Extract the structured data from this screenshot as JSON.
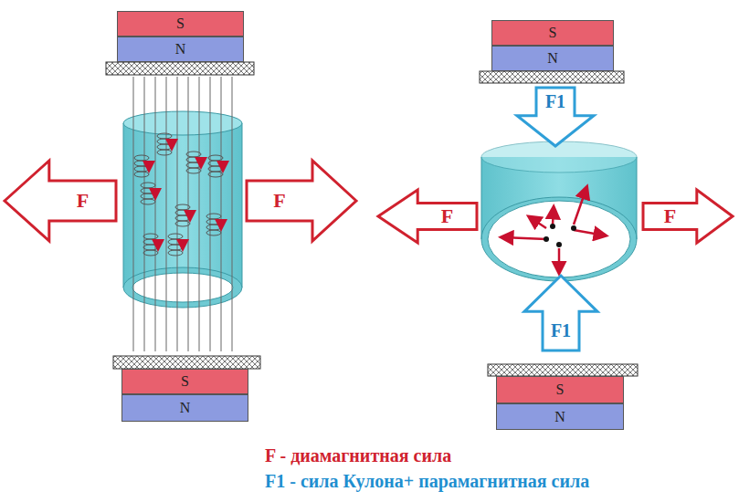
{
  "diagram": {
    "nodes": [
      {
        "text": [
          "S"
        ]
      },
      {
        "text": [
          "N"
        ]
      },
      {
        "text": [
          "S"
        ]
      },
      {
        "text": [
          "N"
        ]
      },
      {
        "text": [
          "F1"
        ]
      },
      {
        "text": [
          "F"
        ]
      },
      {
        "text": [
          "F"
        ]
      },
      {
        "text": [
          "F"
        ]
      },
      {
        "text": [
          "F"
        ]
      },
      {
        "text": [
          "F1"
        ]
      },
      {
        "text": [
          "S"
        ]
      },
      {
        "text": [
          "N"
        ]
      },
      {
        "text": [
          "S"
        ]
      },
      {
        "text": [
          "N"
        ]
      }
    ],
    "labels": [
      "F - диамагнитная сила",
      "F1 - сила Кулона+ парамагнитная сила"
    ]
  }
}
